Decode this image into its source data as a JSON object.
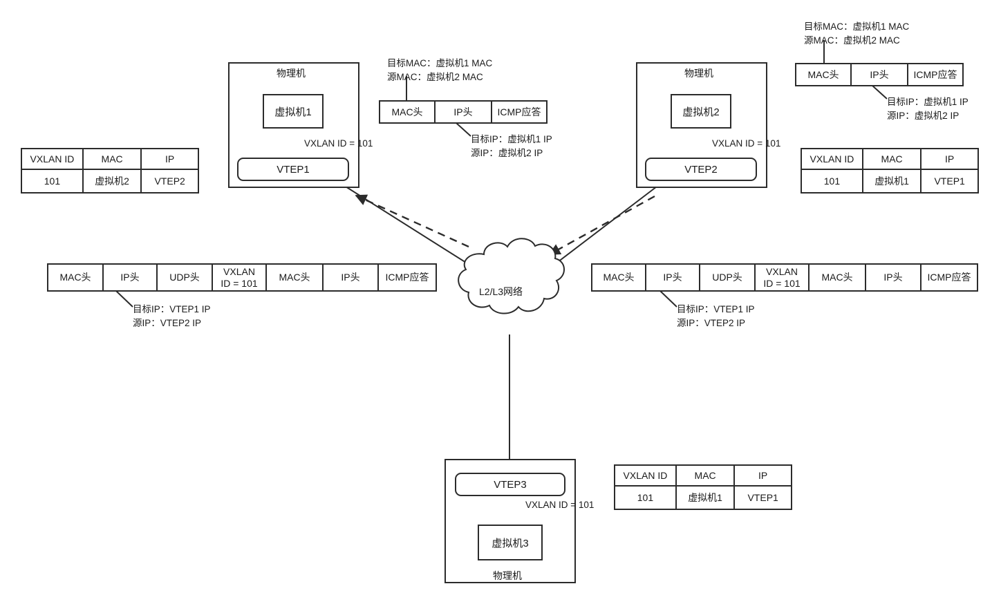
{
  "diagram": {
    "title": "VXLAN overlay packet flow",
    "cloud": {
      "label": "L2/L3网络"
    },
    "stroke_color": "#2b2b2b",
    "background": "#ffffff"
  },
  "hosts": [
    {
      "id": "host-left",
      "host_label": "物理机",
      "vm_label": "虚拟机1",
      "vtep_label": "VTEP1",
      "vxlan_id_label": "VXLAN ID = 101"
    },
    {
      "id": "host-right",
      "host_label": "物理机",
      "vm_label": "虚拟机2",
      "vtep_label": "VTEP2",
      "vxlan_id_label": "VXLAN ID = 101"
    },
    {
      "id": "host-bottom",
      "host_label": "物理机",
      "vm_label": "虚拟机3",
      "vtep_label": "VTEP3",
      "vxlan_id_label": "VXLAN ID = 101"
    }
  ],
  "tables": [
    {
      "id": "table-left",
      "headers": [
        "VXLAN ID",
        "MAC",
        "IP"
      ],
      "rows": [
        [
          "101",
          "虚拟机2",
          "VTEP2"
        ]
      ]
    },
    {
      "id": "table-right",
      "headers": [
        "VXLAN ID",
        "MAC",
        "IP"
      ],
      "rows": [
        [
          "101",
          "虚拟机1",
          "VTEP1"
        ]
      ]
    },
    {
      "id": "table-bottom",
      "headers": [
        "VXLAN ID",
        "MAC",
        "IP"
      ],
      "rows": [
        [
          "101",
          "虚拟机1",
          "VTEP1"
        ]
      ]
    }
  ],
  "packets": [
    {
      "id": "packet-inner-left",
      "fields": [
        "MAC头",
        "IP头",
        "ICMP应答"
      ],
      "mac_note_line1": "目标MAC：虚拟机1 MAC",
      "mac_note_line2": "源MAC：虚拟机2 MAC",
      "ip_note_line1": "目标IP：虚拟机1 IP",
      "ip_note_line2": "源IP：虚拟机2 IP"
    },
    {
      "id": "packet-inner-right",
      "fields": [
        "MAC头",
        "IP头",
        "ICMP应答"
      ],
      "mac_note_line1": "目标MAC：虚拟机1 MAC",
      "mac_note_line2": "源MAC：虚拟机2 MAC",
      "ip_note_line1": "目标IP：虚拟机1 IP",
      "ip_note_line2": "源IP：虚拟机2 IP"
    },
    {
      "id": "packet-encap-left",
      "fields": [
        "MAC头",
        "IP头",
        "UDP头",
        "VXLAN",
        "MAC头",
        "IP头",
        "ICMP应答"
      ],
      "vxlan_id_line": "ID = 101",
      "ip_note_line1": "目标IP：VTEP1 IP",
      "ip_note_line2": "源IP：VTEP2 IP"
    },
    {
      "id": "packet-encap-right",
      "fields": [
        "MAC头",
        "IP头",
        "UDP头",
        "VXLAN",
        "MAC头",
        "IP头",
        "ICMP应答"
      ],
      "vxlan_id_line": "ID = 101",
      "ip_note_line1": "目标IP：VTEP1 IP",
      "ip_note_line2": "源IP：VTEP2 IP"
    }
  ]
}
